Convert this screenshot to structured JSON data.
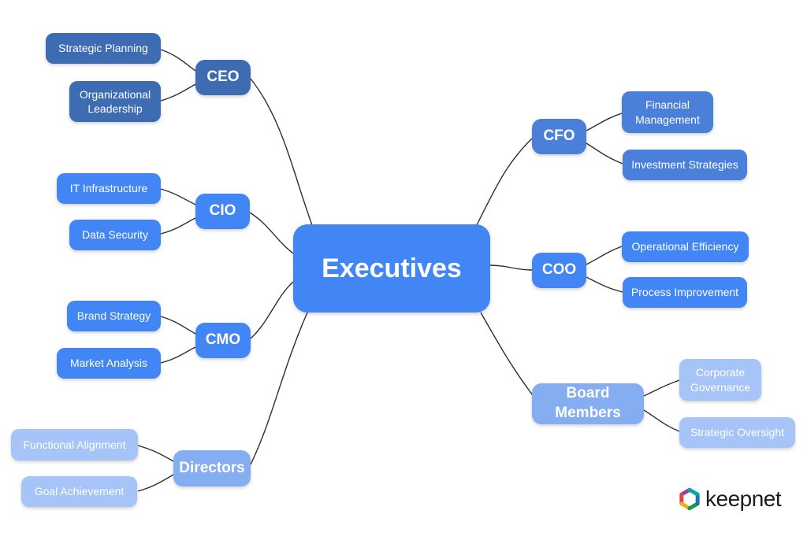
{
  "palette": {
    "center_blue": "#4285f4",
    "ceo_cluster_blue": "#3e6cb2",
    "mid_blue": "#4285f4",
    "cfo_cluster_blue": "#4b80da",
    "light_blue": "#85adf2",
    "lighter_blue": "#a6c4f8",
    "connector_color": "#2e2e2e",
    "node_text_color": "#ffffff"
  },
  "mindmap": {
    "center": {
      "label": "Executives"
    },
    "branches": [
      {
        "label": "CEO",
        "children": [
          {
            "label": "Strategic Planning"
          },
          {
            "label": "Organizational Leadership"
          }
        ]
      },
      {
        "label": "CIO",
        "children": [
          {
            "label": "IT Infrastructure"
          },
          {
            "label": "Data Security"
          }
        ]
      },
      {
        "label": "CMO",
        "children": [
          {
            "label": "Brand Strategy"
          },
          {
            "label": "Market Analysis"
          }
        ]
      },
      {
        "label": "Directors",
        "children": [
          {
            "label": "Functional Alignment"
          },
          {
            "label": "Goal Achievement"
          }
        ]
      },
      {
        "label": "CFO",
        "children": [
          {
            "label": "Financial Management"
          },
          {
            "label": "Investment Strategies"
          }
        ]
      },
      {
        "label": "COO",
        "children": [
          {
            "label": "Operational Efficiency"
          },
          {
            "label": "Process Improvement"
          }
        ]
      },
      {
        "label": "Board Members",
        "children": [
          {
            "label": "Corporate Governance"
          },
          {
            "label": "Strategic Oversight"
          }
        ]
      }
    ]
  },
  "logo": {
    "text": "keepnet"
  }
}
